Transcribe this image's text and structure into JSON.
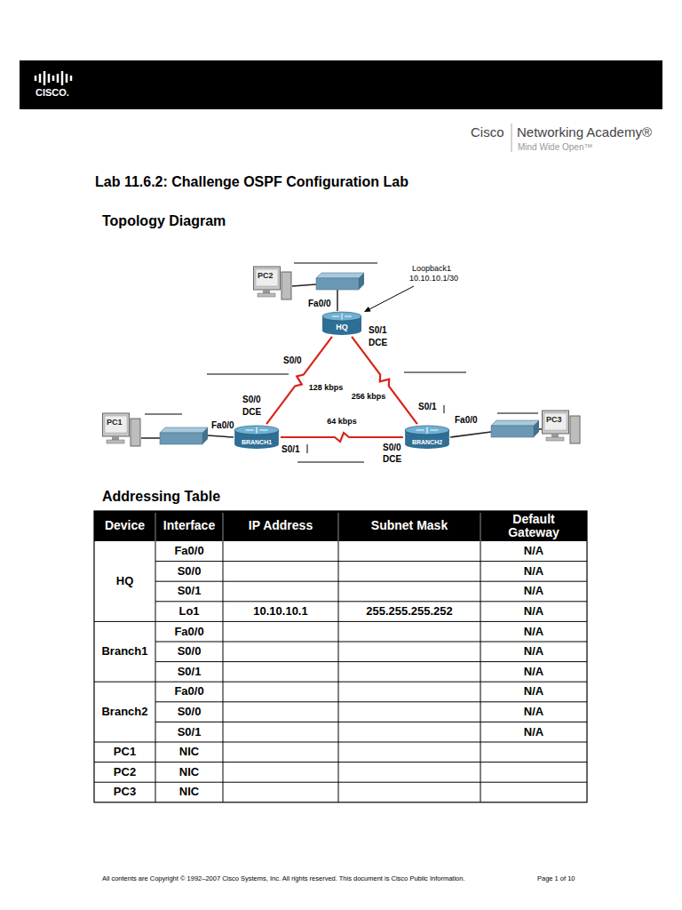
{
  "diagram": {
    "title": "Lab 11.6.2: Challenge OSPF Configuration Lab",
    "nodes": [
      {
        "text": [
          "PC2"
        ]
      },
      {
        "text": [
          "HQ"
        ]
      },
      {
        "text": [
          "PC1"
        ]
      },
      {
        "text": [
          "BRANCH1"
        ]
      },
      {
        "text": [
          "BRANCH2"
        ]
      },
      {
        "text": [
          "PC3"
        ]
      }
    ],
    "edges": [
      {
        "from": 1,
        "to": 3,
        "label": "128 kbps",
        "arrow": "none"
      },
      {
        "from": 1,
        "to": 4,
        "label": "256 kbps",
        "arrow": "none"
      },
      {
        "from": 3,
        "to": 4,
        "label": "64 kbps",
        "arrow": "none"
      }
    ],
    "labels": [
      "CISCO.",
      "Cisco",
      "Networking Academy®",
      "Mind Wide Open™",
      "Topology Diagram",
      "Loopback1",
      "10.10.10.1/30",
      "Fa0/0",
      "S0/0",
      "S0/1",
      "DCE",
      "S0/0",
      "DCE",
      "S0/1",
      "Fa0/0",
      "S0/1",
      "Fa0/0",
      "S0/0",
      "DCE",
      "Addressing Table",
      "Device",
      "Interface",
      "IP Address",
      "Subnet Mask",
      "Default Gateway",
      "HQ",
      "Fa0/0",
      "N/A",
      "S0/0",
      "N/A",
      "S0/1",
      "N/A",
      "Lo1",
      "10.10.10.1",
      "255.255.255.252",
      "N/A",
      "Branch1",
      "Fa0/0",
      "N/A",
      "S0/0",
      "N/A",
      "S0/1",
      "N/A",
      "Branch2",
      "Fa0/0",
      "N/A",
      "S0/0",
      "N/A",
      "S0/1",
      "N/A",
      "PC1",
      "NIC",
      "PC2",
      "NIC",
      "PC3",
      "NIC",
      "All contents are Copyright © 1992–2007 Cisco Systems, Inc. All rights reserved. This document is Cisco Public Information.",
      "Page 1 of 10"
    ]
  }
}
